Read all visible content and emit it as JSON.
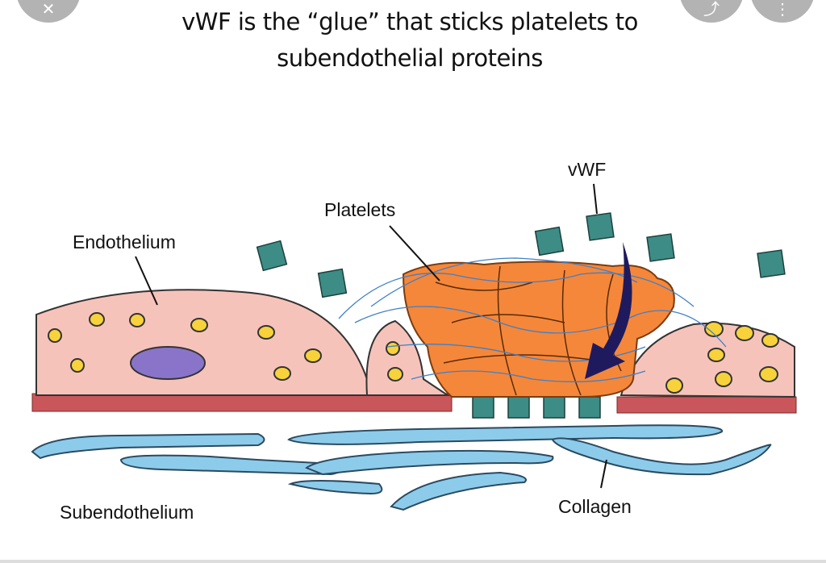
{
  "viewer": {
    "close_icon": "close-icon",
    "share_icon": "share-icon",
    "more_icon": "more-vertical-icon"
  },
  "title": {
    "line1": "vWF is the “glue” that sticks platelets to",
    "line2": "subendothelial proteins"
  },
  "diagram": {
    "labels": {
      "endothelium": "Endothelium",
      "platelets": "Platelets",
      "vwf": "vWF",
      "subendothelium": "Subendothelium",
      "collagen": "Collagen"
    },
    "colors": {
      "cell": "#f6c3bb",
      "membrane": "#c9565a",
      "platelet": "#f5873a",
      "vwf": "#3d8c86",
      "collagen": "#8dcbeb",
      "granule": "#f7d23a",
      "nucleus": "#8a74c9",
      "arrow": "#1f1a5e"
    }
  }
}
